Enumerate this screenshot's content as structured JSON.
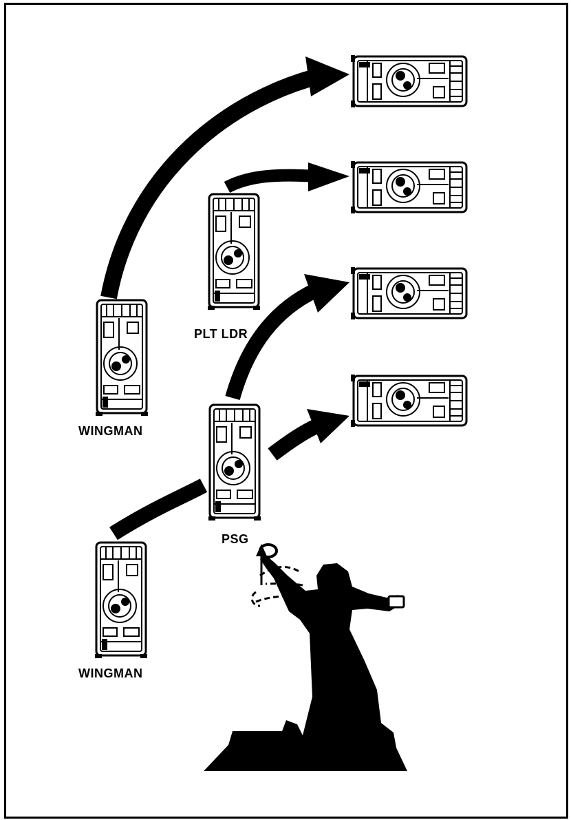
{
  "labels": {
    "wingman_top": "WINGMAN",
    "plt_ldr": "PLT LDR",
    "psg": "PSG",
    "wingman_bottom": "WINGMAN"
  },
  "icons": {
    "vehicle": "tank-icon",
    "movement": "movement-arrow",
    "signaler": "arm-signal-figure"
  },
  "colors": {
    "ink": "#000000",
    "paper": "#ffffff"
  }
}
